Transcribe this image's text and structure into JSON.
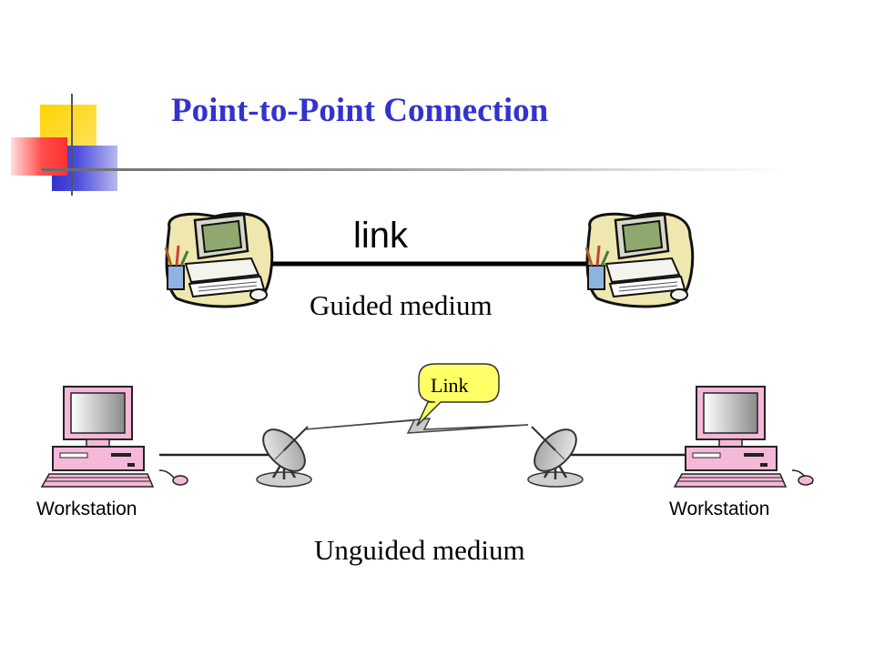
{
  "title": "Point-to-Point Connection",
  "guided": {
    "link_label": "link",
    "medium_label": "Guided medium"
  },
  "unguided": {
    "bubble_label": "Link",
    "left_station_label": "Workstation",
    "right_station_label": "Workstation",
    "medium_label": "Unguided medium"
  },
  "colors": {
    "title": "#3333cc",
    "deco_yellow": "#ffcc00",
    "deco_blue": "#3333cc",
    "deco_red": "#ff4444",
    "workstation_pink": "#f5b8d8",
    "bubble_yellow": "#ffff66"
  },
  "icons": [
    "computer-clipart-icon",
    "workstation-icon",
    "satellite-dish-icon",
    "speech-bubble-icon",
    "lightning-icon"
  ]
}
